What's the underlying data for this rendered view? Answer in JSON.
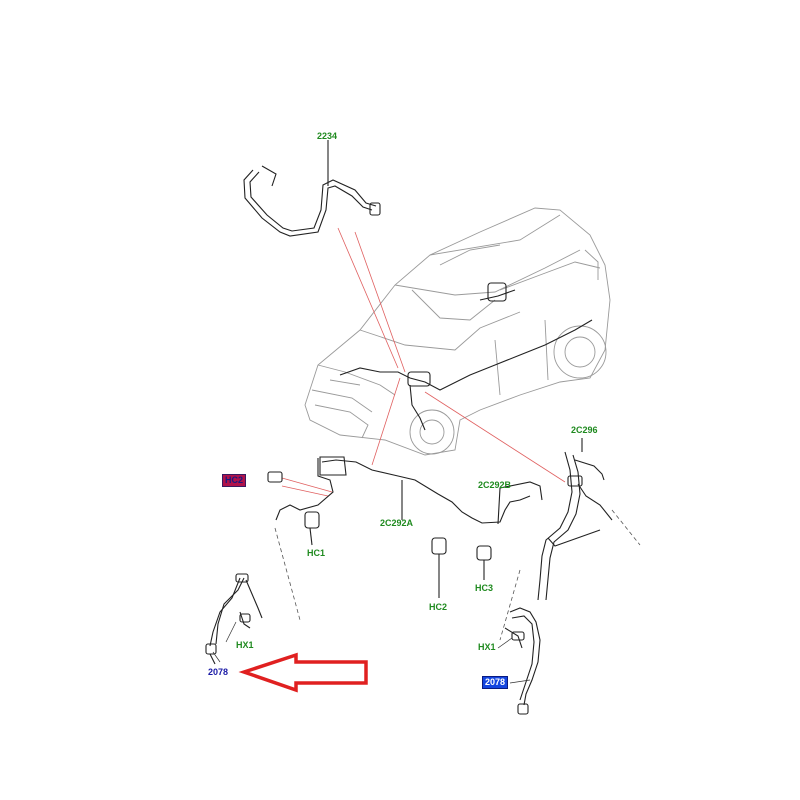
{
  "labels": {
    "l2234": "2234",
    "l2C296": "2C296",
    "l2C292B": "2C292B",
    "l2C292A": "2C292A",
    "lHC_hl": "HC2",
    "lHC1": "HC1",
    "lHC2": "HC2",
    "lHC3": "HC3",
    "lHX1_left": "HX1",
    "lHX1_right": "HX1",
    "l2078": "2078",
    "l2078_hl": "2078"
  },
  "colors": {
    "part_label": "#1f8a1f",
    "ref_label": "#1a1aa6",
    "callout_line": "#e06060",
    "arrow": "#e02020",
    "highlight_red": "#b0124a",
    "highlight_blue": "#1446e0",
    "line_art": "#333333"
  }
}
